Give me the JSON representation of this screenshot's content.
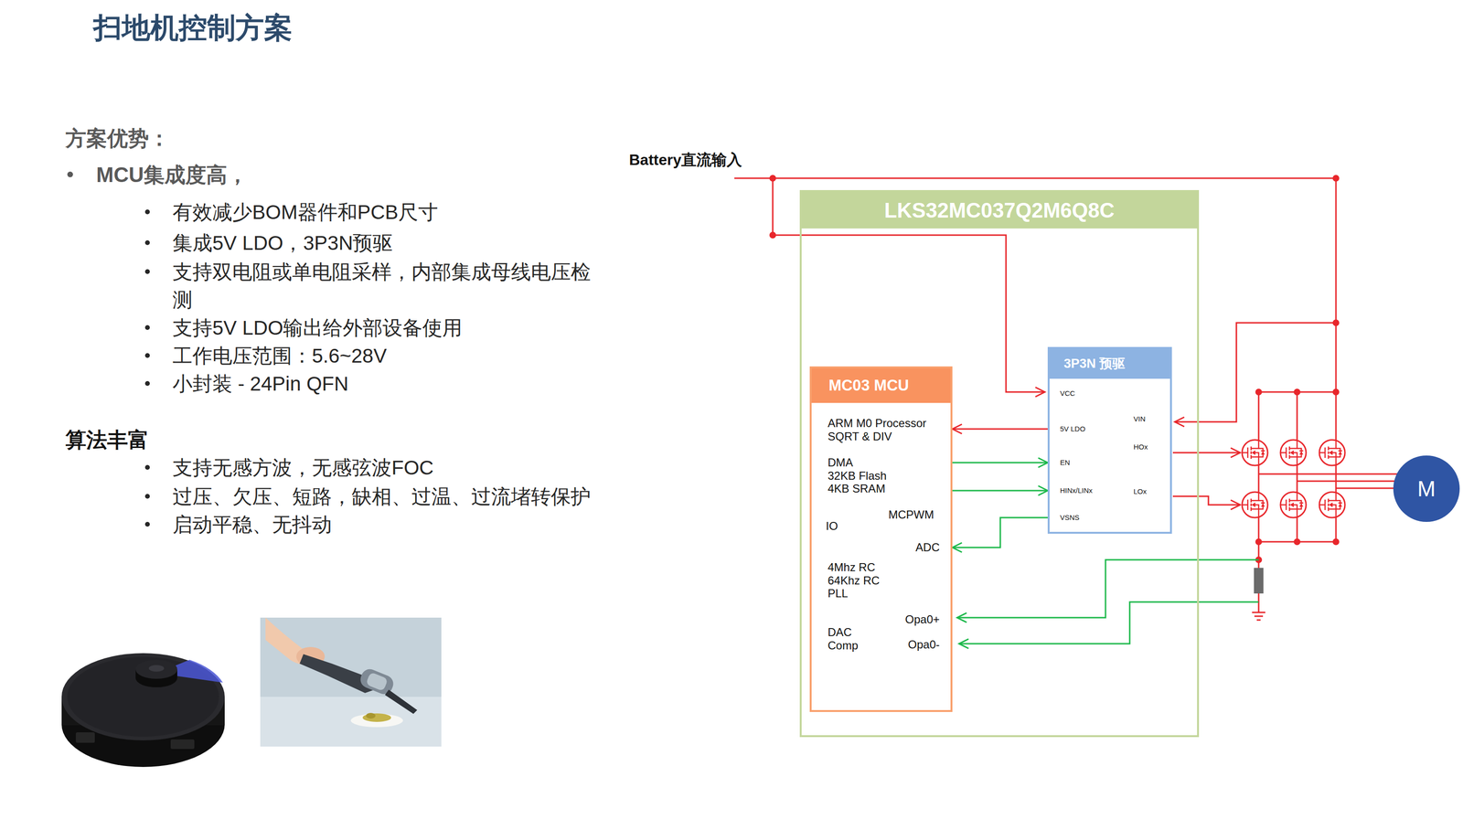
{
  "diagram": {
    "title": "扫地机控制方案",
    "nodes": [
      {
        "text": [
          "LKS32MC037Q2M6Q8C"
        ]
      },
      {
        "text": [
          "MC03 MCU",
          "ARM M0 Processor SQRT & DIV",
          "DMA 32KB Flash 4KB SRAM",
          "IO",
          "MCPWM",
          "ADC",
          "4Mhz RC 64Khz RC PLL",
          "Opa0+",
          "Opa0-",
          "DAC Comp"
        ],
        "in": 0
      },
      {
        "text": [
          "3P3N 预驱",
          "VCC",
          "5V LDO",
          "EN",
          "HINx/LINx",
          "VSNS",
          "VIN",
          "HOx",
          "LOx"
        ],
        "in": 0
      },
      {
        "text": [
          "M"
        ]
      }
    ],
    "edges": [
      {
        "from": 2,
        "to": 1,
        "arrow": "to"
      },
      {
        "from": 1,
        "to": 2,
        "arrow": "to"
      },
      {
        "from": 1,
        "to": 2,
        "arrow": "to"
      },
      {
        "from": 2,
        "to": 1,
        "arrow": "to"
      }
    ],
    "labels": [
      "方案优势：",
      "MCU集成度高，",
      "有效减少BOM器件和PCB尺寸",
      "集成5V LDO，3P3N预驱",
      "支持双电阻或单电阻采样，内部集成母线电压检测",
      "支持5V LDO输出给外部设备使用",
      "工作电压范围：5.6~28V",
      "小封装 - 24Pin QFN",
      "算法丰富",
      "支持无感方波，无感弦波FOC",
      "过压、欠压、短路，缺相、过温、过流堵转保护",
      "启动平稳、无抖动",
      "Battery直流输入"
    ]
  }
}
